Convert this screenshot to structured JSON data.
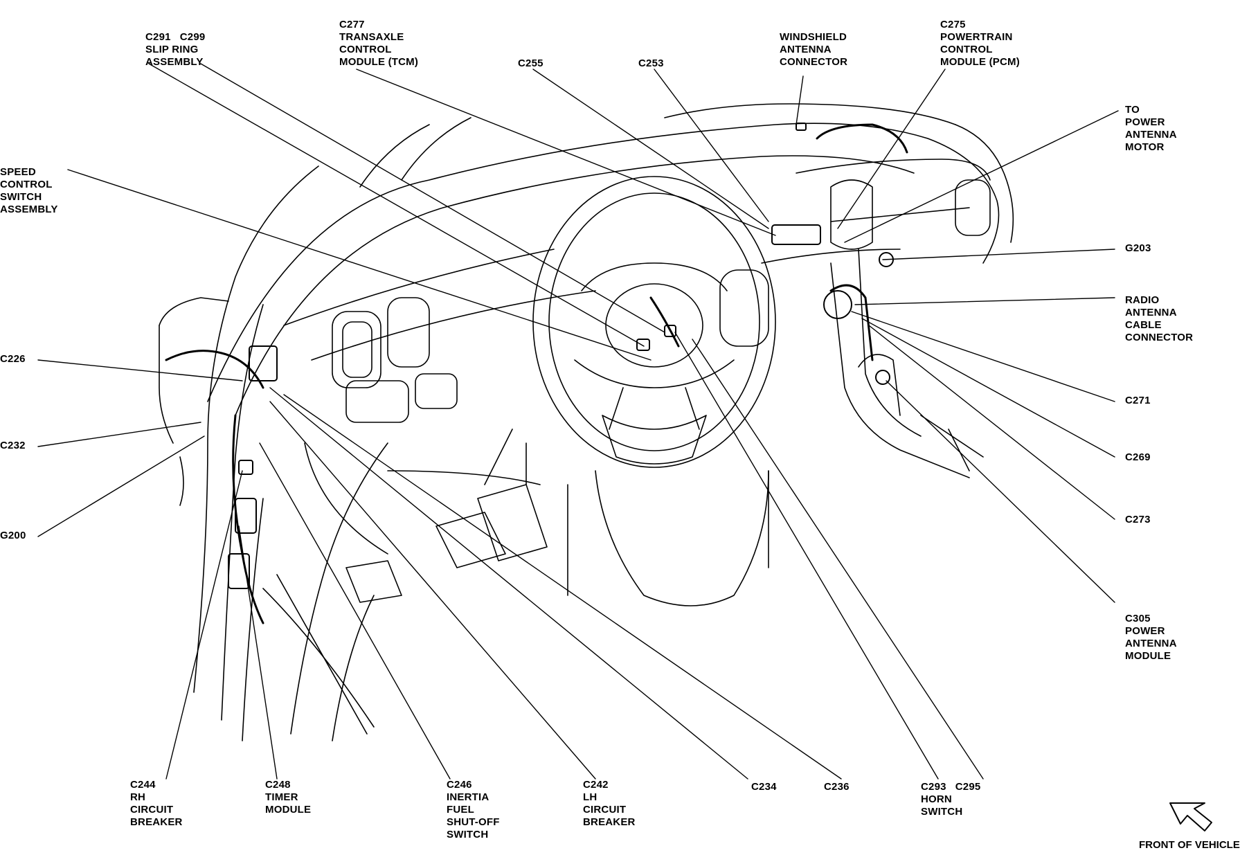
{
  "labels": {
    "c291_c299": "C291   C299\nSLIP RING\nASSEMBLY",
    "c277": "C277\nTRANSAXLE\nCONTROL\nMODULE (TCM)",
    "c255": "C255",
    "c253": "C253",
    "windshield": "WINDSHIELD\nANTENNA\nCONNECTOR",
    "c275": "C275\nPOWERTRAIN\nCONTROL\nMODULE (PCM)",
    "power_antenna_motor": "TO\nPOWER\nANTENNA\nMOTOR",
    "speed_control": "SPEED\nCONTROL\nSWITCH\nASSEMBLY",
    "g203": "G203",
    "radio_antenna": "RADIO\nANTENNA\nCABLE\nCONNECTOR",
    "c226": "C226",
    "c271": "C271",
    "c232": "C232",
    "c269": "C269",
    "g200": "G200",
    "c273": "C273",
    "c305": "C305\nPOWER\nANTENNA\nMODULE",
    "c244": "C244\nRH\nCIRCUIT\nBREAKER",
    "c248": "C248\nTIMER\nMODULE",
    "c246": "C246\nINERTIA\nFUEL\nSHUT-OFF\nSWITCH",
    "c242": "C242\nLH\nCIRCUIT\nBREAKER",
    "c234": "C234",
    "c236": "C236",
    "c293_c295": "C293   C295\nHORN\nSWITCH",
    "front_of_vehicle": "FRONT OF VEHICLE"
  }
}
